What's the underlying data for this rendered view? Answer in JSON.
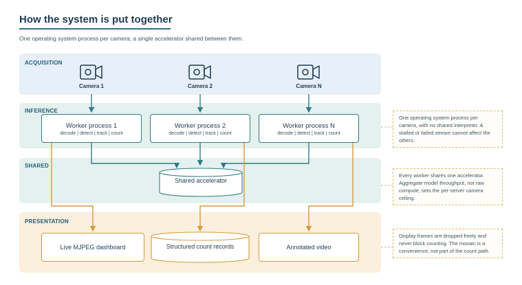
{
  "header": {
    "title": "How the system is put together",
    "subtitle": "One operating system process per camera; a single accelerator shared between them."
  },
  "bands": {
    "acquisition": "ACQUISITION",
    "inference": "INFERENCE",
    "shared": "SHARED",
    "presentation": "PRESENTATION"
  },
  "cameras": [
    "Camera 1",
    "Camera 2",
    "Camera N"
  ],
  "workers": [
    {
      "title": "Worker process 1",
      "sub": "decode | detect | track | count"
    },
    {
      "title": "Worker process 2",
      "sub": "decode | detect | track | count"
    },
    {
      "title": "Worker process N",
      "sub": "decode | detect | track | count"
    }
  ],
  "shared": {
    "accelerator": "Shared accelerator"
  },
  "outputs": {
    "dashboard": "Live MJPEG dashboard",
    "records": "Structured count records",
    "video": "Annotated video"
  },
  "notes": [
    "One operating system process per camera, with no shared interpreter. A stalled or failed stream cannot affect the others.",
    "Every worker shares one accelerator. Aggregate model throughput, not raw compute, sets the per-server camera ceiling.",
    "Display frames are dropped freely and never block counting. The mosaic is a convenience, not part of the count path."
  ],
  "colors": {
    "acquisition_band": "#e7eff8",
    "inference_band": "#e4f1ef",
    "shared_band": "#e4f1ef",
    "presentation_band": "#fbefdd",
    "teal_arrow": "#2f7d87",
    "orange_arrow": "#d79a3e"
  },
  "icons": [
    "camera-icon"
  ]
}
